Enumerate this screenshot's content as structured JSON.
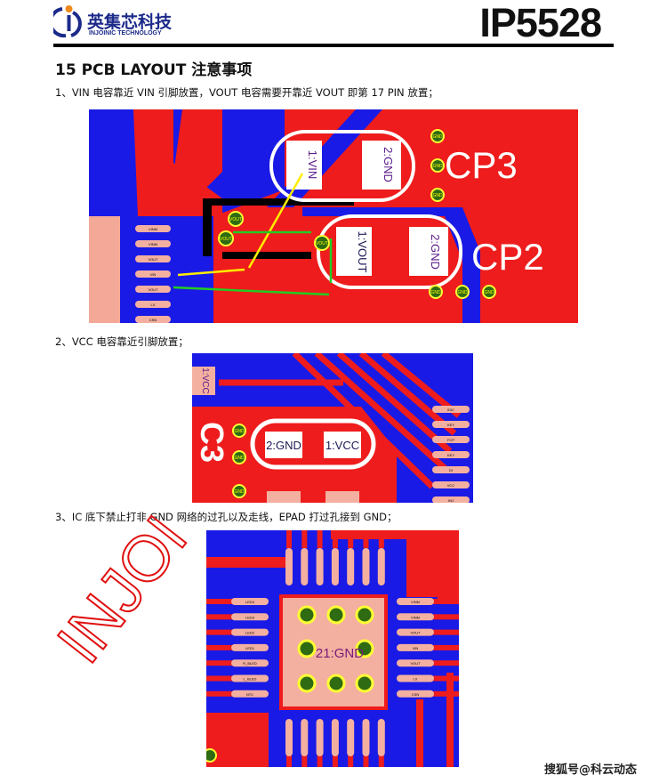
{
  "header": {
    "logo_cn": "英集芯科技",
    "logo_en": "INJOINIC TECHNOLOGY",
    "title": "IP5528"
  },
  "section": {
    "heading": "15 PCB LAYOUT 注意事项",
    "notes": [
      "1、VIN 电容靠近 VIN 引脚放置，VOUT 电容需要开靠近 VOUT 即第 17 PIN 放置；",
      "2、VCC 电容靠近引脚放置；",
      "3、IC 底下禁止打非 GND 网络的过孔以及走线，EPAD 打过孔接到 GND；"
    ]
  },
  "figure1": {
    "cp3": {
      "label": "CP3",
      "pad1": "1:VIN",
      "pad2": "2:GND"
    },
    "cp2": {
      "label": "CP2",
      "pad1": "1:VOUT",
      "pad2": "2:GND"
    },
    "via_vout": "VOUT",
    "via_gnd": "GND",
    "pins": [
      "VINM",
      "VINM",
      "VOUT",
      "VIN",
      "VOUT",
      "LX",
      "CSN"
    ]
  },
  "figure2": {
    "cap": {
      "label": "C3",
      "pad1": "2:GND",
      "pad2": "1:VCC"
    },
    "side_pad": "1:VCC",
    "via_gnd": "GND",
    "pins": [
      "IDIC",
      "KEY",
      "FCP",
      "KEY",
      "DI",
      "VCC",
      "INJ"
    ]
  },
  "figure3": {
    "epad": "21:GND",
    "left_pins": [
      "LED4",
      "LED3",
      "LED2",
      "LED1",
      "R_BLED",
      "L_BLED",
      "NTC"
    ],
    "right_pins": [
      "VINM",
      "VINM",
      "VOUT",
      "VIN",
      "VOUT",
      "LX",
      "CSN"
    ]
  },
  "watermark": "INJOI",
  "source_mark": "搜狐号@科云动态",
  "colors": {
    "copper_top": "#ee1c1c",
    "copper_bottom": "#1a1ae6",
    "pad": "#f3b0a0",
    "via": "#2e6b12",
    "via_ring": "#ffff33",
    "arrow_yellow": "#ffee00",
    "arrow_green": "#22cc22",
    "brand": "#1b2a8a"
  }
}
